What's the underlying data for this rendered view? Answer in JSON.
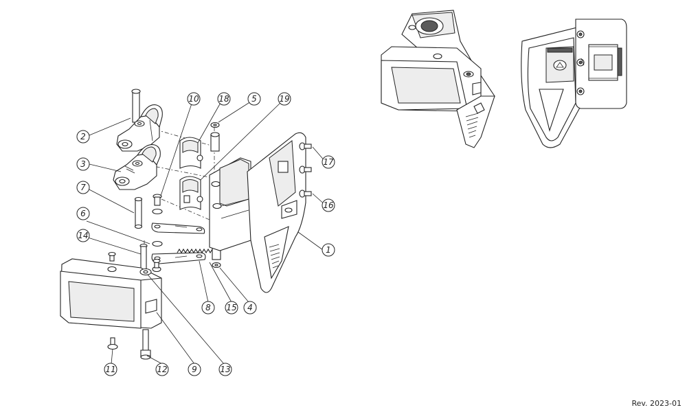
{
  "callouts": [
    {
      "id": "c1",
      "label": "1"
    },
    {
      "id": "c2",
      "label": "2"
    },
    {
      "id": "c3",
      "label": "3"
    },
    {
      "id": "c4",
      "label": "4"
    },
    {
      "id": "c5",
      "label": "5"
    },
    {
      "id": "c6",
      "label": "6"
    },
    {
      "id": "c7",
      "label": "7"
    },
    {
      "id": "c8",
      "label": "8"
    },
    {
      "id": "c9",
      "label": "9"
    },
    {
      "id": "c10",
      "label": "10"
    },
    {
      "id": "c11",
      "label": "11"
    },
    {
      "id": "c12",
      "label": "12"
    },
    {
      "id": "c13",
      "label": "13"
    },
    {
      "id": "c14",
      "label": "14"
    },
    {
      "id": "c15",
      "label": "15"
    },
    {
      "id": "c16",
      "label": "16"
    },
    {
      "id": "c17",
      "label": "17"
    },
    {
      "id": "c18",
      "label": "18"
    },
    {
      "id": "c19",
      "label": "19"
    }
  ],
  "revision": "Rev. 2023-01",
  "colors": {
    "line": "#222222",
    "shade": "#ededed",
    "background": "#ffffff"
  }
}
